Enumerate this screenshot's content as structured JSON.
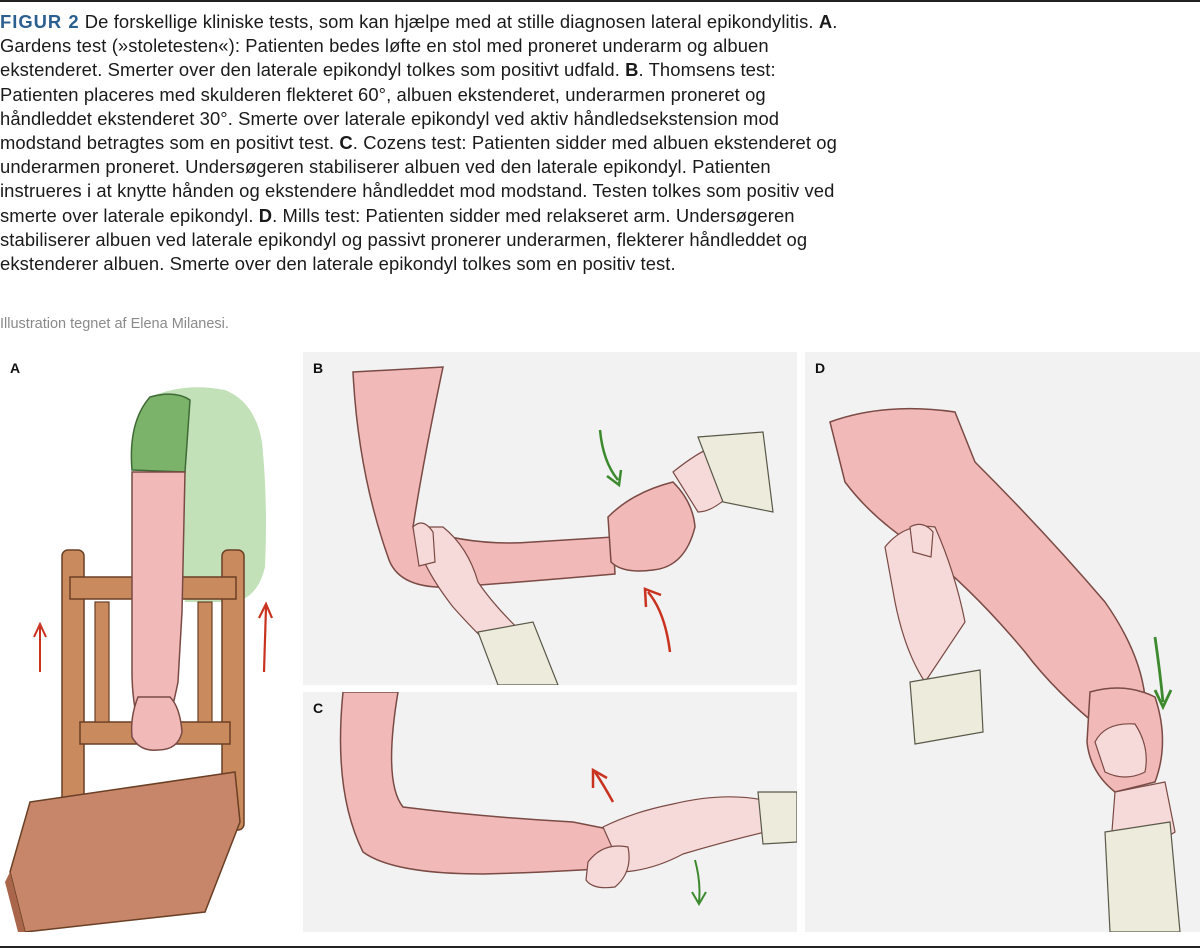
{
  "caption": {
    "figure_label": "FIGUR 2",
    "intro": " De forskellige kliniske tests, som kan hjælpe med at stille diagnosen lateral epikondylitis. ",
    "a_label": "A",
    "a_text": ". Gardens test (»stoletesten«): Patienten bedes løfte en stol med proneret underarm og albuen ekstenderet. Smerter over den laterale epikondyl tolkes som positivt udfald. ",
    "b_label": "B",
    "b_text": ". Thomsens test: Patienten placeres med skulderen flekteret 60°, albuen ekstenderet, underarmen proneret og håndleddet ekstenderet 30°. Smerte over laterale epikondyl ved aktiv håndledsekstension mod modstand betragtes som en positivt test. ",
    "c_label": "C",
    "c_text": ". Cozens test: Patienten sidder med albuen ekstenderet og underarmen proneret. Undersøgeren stabiliserer albuen ved den laterale epikondyl. Patienten instrueres i at knytte hånden og ekstendere håndleddet mod modstand. Testen tolkes som positiv ved smerte over laterale epikondyl. ",
    "d_label": "D",
    "d_text": ". Mills test: Patienten sidder med relakseret arm. Undersøgeren stabiliserer albuen ved laterale epikondyl og passivt pronerer underarmen, flekterer håndleddet og ekstenderer albuen. Smerte over den laterale epikondyl tolkes som en positiv test.",
    "credit": "Illustration tegnet af Elena Milanesi."
  },
  "panels": {
    "a": "A",
    "b": "B",
    "c": "C",
    "d": "D"
  },
  "colors": {
    "figure_label": "#2b5f8f",
    "arm_skin": "#f2b9b9",
    "examiner_skin": "#f6dada",
    "sleeve": "#ecebdc",
    "chair_wood": "#c98a5e",
    "shirt_green": "#7bb36a",
    "arrow_red": "#c8321e",
    "arrow_green": "#3d8a2e"
  }
}
